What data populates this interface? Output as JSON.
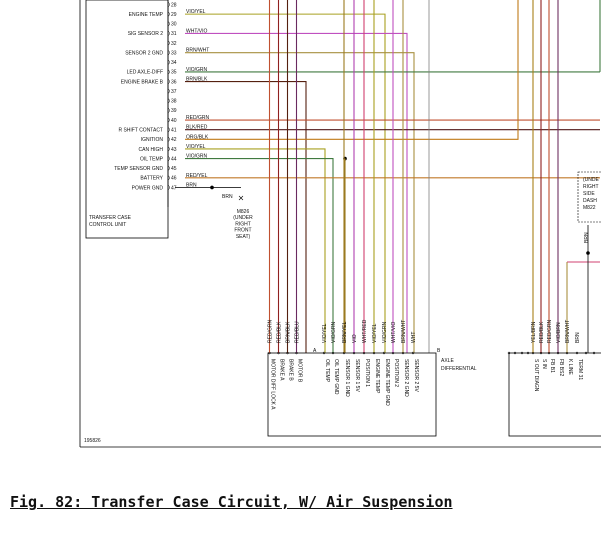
{
  "caption": "Fig. 82: Transfer Case Circuit, W/ Air Suspension",
  "figure_id": "195826",
  "tcu": {
    "title_line1": "TRANSFER CASE",
    "title_line2": "CONTROL UNIT",
    "pins": [
      {
        "num": "28",
        "label": "",
        "wire": ""
      },
      {
        "num": "29",
        "label": "ENGINE TEMP",
        "wire": "VIO/YEL"
      },
      {
        "num": "30",
        "label": "",
        "wire": ""
      },
      {
        "num": "31",
        "label": "SIG SENSOR 2",
        "wire": "WHT/VIO"
      },
      {
        "num": "32",
        "label": "",
        "wire": ""
      },
      {
        "num": "33",
        "label": "SENSOR 2 GND",
        "wire": "BRN/WHT"
      },
      {
        "num": "34",
        "label": "",
        "wire": ""
      },
      {
        "num": "35",
        "label": "LED AXLE-DIFF",
        "wire": "VIO/GRN"
      },
      {
        "num": "36",
        "label": "ENGINE BRAKE B",
        "wire": "BRN/BLK"
      },
      {
        "num": "37",
        "label": "",
        "wire": ""
      },
      {
        "num": "38",
        "label": "",
        "wire": ""
      },
      {
        "num": "39",
        "label": "",
        "wire": ""
      },
      {
        "num": "40",
        "label": "",
        "wire": "RED/GRN"
      },
      {
        "num": "41",
        "label": "R SHIFT CONTACT",
        "wire": "BLK/RED"
      },
      {
        "num": "42",
        "label": "IGNITION",
        "wire": "ORG/BLK"
      },
      {
        "num": "43",
        "label": "CAN HIGH",
        "wire": "VIO/YEL"
      },
      {
        "num": "44",
        "label": "OIL TEMP",
        "wire": "VIO/GRN"
      },
      {
        "num": "45",
        "label": "TEMP SENSOR GND",
        "wire": ""
      },
      {
        "num": "46",
        "label": "BATTERY",
        "wire": "RED/YEL"
      },
      {
        "num": "47",
        "label": "POWER GND",
        "wire": "BRN"
      }
    ]
  },
  "ground": {
    "wire": "BRN",
    "lines": [
      "M826",
      "(UNDER",
      "RIGHT",
      "FRONT",
      "SEAT)"
    ]
  },
  "axle": {
    "title_line1": "AXLE",
    "title_line2": "DIFFERENTIAL",
    "conn_a": "A",
    "conn_b": "B",
    "wires": [
      "RED/GRN",
      "RED/BLK",
      "BRN/BLK",
      "RED/BLU",
      "VIO/YEL",
      "VIO/GRN",
      "BRN/YEL",
      "VIO",
      "WHT/RED",
      "VIO/YEL",
      "VIO/GRN",
      "WHT/VIO",
      "BRN/WHT",
      "WHT"
    ],
    "labels": [
      "MOTOR DIFF LOCK A",
      "BRAKE A",
      "BRAKE B",
      "MOTOR B",
      "OIL TEMP",
      "OIL TEMP GND",
      "SENSOR 1 GND",
      "SENSOR 1 5V",
      "POSITION 1",
      "ENGINE TEMP",
      "ENGINE TEMP GND",
      "POSITION 2",
      "SENSOR 2 GND",
      "SENSOR 2 5V"
    ]
  },
  "right_unit": {
    "wires": [
      "YEL/BRN",
      "RED/BLK",
      "RED/GRN",
      "VIO/BRN",
      "BRN/WHT",
      "BRN"
    ],
    "labels": [
      "S OUT DIAGN",
      "S IN",
      "FB B1",
      "FB BS2",
      "K LINE",
      "TERM 31"
    ]
  },
  "right_note": {
    "wire": "BRN",
    "lines": [
      "(UNDE",
      "RIGHT",
      "SIDE",
      "DASH",
      "M822"
    ]
  },
  "colors": {
    "VIO/YEL": "#a8a020",
    "WHT/VIO": "#c050c0",
    "BRN/WHT": "#a89040",
    "VIO/GRN": "#407a40",
    "BRN/BLK": "#552010",
    "RED/GRN": "#c05030",
    "BLK/RED": "#501818",
    "ORG/BLK": "#c07a18",
    "RED/YEL": "#c07828",
    "BRN": "#202020",
    "RED/BLK": "#902020",
    "RED/BLU": "#6a2a60",
    "BRN/YEL": "#9a7a20",
    "VIO": "#b040b0",
    "WHT/RED": "#d04070",
    "WHT": "#808080",
    "YEL/BRN": "#a88018",
    "VIO/BRN": "#703060"
  }
}
